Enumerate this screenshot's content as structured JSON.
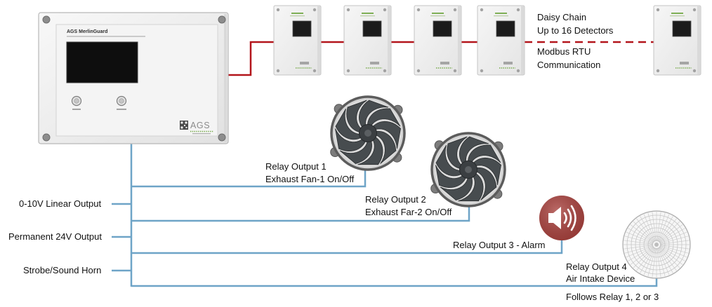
{
  "controller": {
    "title": "AGS MerlinGuard",
    "logo": "AGS"
  },
  "bus": {
    "daisy_chain": "Daisy Chain",
    "detector_limit": "Up to 16 Detectors",
    "protocol": "Modbus RTU",
    "protocol_note": "Communication"
  },
  "auxiliary_outputs": [
    {
      "label": "0-10V Linear Output"
    },
    {
      "label": "Permanent 24V Output"
    },
    {
      "label": "Strobe/Sound Horn"
    }
  ],
  "relay_outputs": [
    {
      "label": "Relay Output 1",
      "device": "Exhaust Fan-1 On/Off",
      "device_icon": "exhaust-fan-icon"
    },
    {
      "label": "Relay Output 2",
      "device": "Exhaust Far-2 On/Off",
      "device_icon": "exhaust-fan-icon"
    },
    {
      "label": "Relay Output 3 - Alarm",
      "device_icon": "alarm-speaker-icon"
    },
    {
      "label": "Relay Output 4",
      "device": "Air Intake Device",
      "note": "Follows Relay 1, 2 or 3",
      "device_icon": "air-intake-grille-icon"
    }
  ],
  "colors": {
    "bus_line": "#b3151b",
    "wiring": "#6ea4c7",
    "alarm": "#a9423e",
    "detector_accent": "#72a845"
  }
}
